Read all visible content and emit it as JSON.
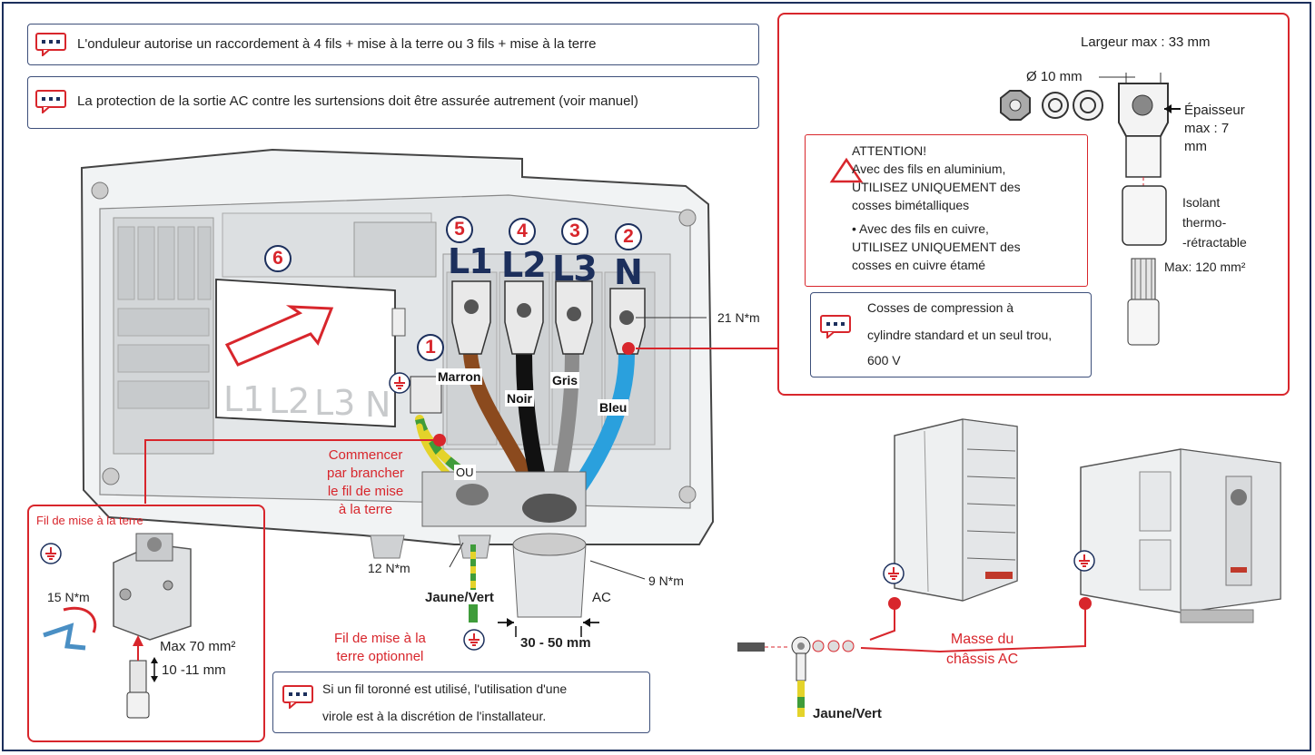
{
  "notes": {
    "connection": "L'onduleur autorise un raccordement à 4 fils + mise à la terre ou 3 fils + mise à la terre",
    "protection": "La protection de la sortie AC contre les surtensions doit être assurée autrement (voir manuel)",
    "stranded": [
      "Si un fil toronné est utilisé, l'utilisation d'une",
      "virole est à la discrétion de l'installateur."
    ],
    "lugs": [
      "Cosses de compression à",
      "cylindre standard et un seul trou,",
      "600 V"
    ]
  },
  "attention": {
    "title": "ATTENTION!",
    "aluminium": [
      "Avec des fils en aluminium,",
      "UTILISEZ UNIQUEMENT des",
      "cosses bimétalliques"
    ],
    "copper": [
      "• Avec des fils en cuivre,",
      "UTILISEZ UNIQUEMENT des",
      "cosses en cuivre étamé"
    ]
  },
  "lug_detail": {
    "max_width": "Largeur max : 33 mm",
    "diameter": "Ø 10 mm",
    "thickness": [
      "Épaisseur",
      "max : 7",
      "mm"
    ],
    "insulator": [
      "Isolant",
      "thermo-",
      "-rétractable"
    ],
    "max_section": "Max: 120 mm²"
  },
  "steps": [
    "1",
    "2",
    "3",
    "4",
    "5",
    "6"
  ],
  "terminals": [
    "L1",
    "L2",
    "L3",
    "N"
  ],
  "cover_labels": [
    "L1",
    "L2",
    "L3",
    "N"
  ],
  "wires": {
    "brown": "Marron",
    "black": "Noir",
    "grey": "Gris",
    "blue": "Bleu",
    "or": "OU",
    "yellow_green": "Jaune/Vert"
  },
  "torques": {
    "terminal": "21 N*m",
    "gland_ground": "12 N*m",
    "gland_ac": "9 N*m",
    "ground_clamp": "15 N*m"
  },
  "ground": {
    "start": [
      "Commencer",
      "par brancher",
      "le fil de mise",
      "à la terre"
    ],
    "wire_title": "Fil de mise à la terre",
    "max_section": "Max 70 mm²",
    "strip_length": "10 -11 mm",
    "optional": [
      "Fil de mise à la",
      "terre optionnel"
    ]
  },
  "gland": {
    "ac": "AC",
    "range": "30 - 50 mm"
  },
  "chassis": {
    "label": [
      "Masse du",
      "châssis AC"
    ],
    "wire": "Jaune/Vert"
  },
  "colors": {
    "red": "#d8262c",
    "navy": "#1c2f5c",
    "brown": "#8b4a1e",
    "black": "#111111",
    "grey": "#8c8c8c",
    "blue": "#2aa0dd",
    "yellow": "#e4d32a",
    "green": "#3f9c3a"
  }
}
